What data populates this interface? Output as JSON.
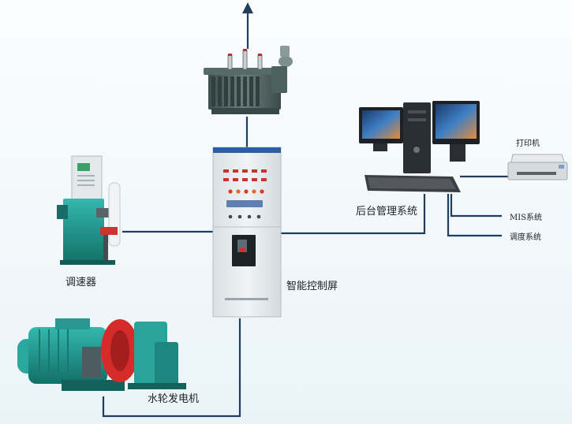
{
  "labels": {
    "governor": "调速器",
    "control_screen": "智能控制屏",
    "backend_system": "后台管理系统",
    "printer": "打印机",
    "mis_system": "MIS系统",
    "dispatch_system": "调度系统",
    "hydro_generator": "水轮发电机"
  },
  "colors": {
    "connector": "#1f3f5c",
    "panel": "#e6ebee",
    "governor_body": "#1d8a82",
    "generator_body": "#25a39b",
    "flywheel": "#d52b2b",
    "transformer": "#4a5f5c"
  },
  "icons": [
    "arrow-up-icon",
    "transformer-icon",
    "control-cabinet-icon",
    "governor-icon",
    "hydro-generator-icon",
    "computer-icon",
    "printer-icon"
  ]
}
